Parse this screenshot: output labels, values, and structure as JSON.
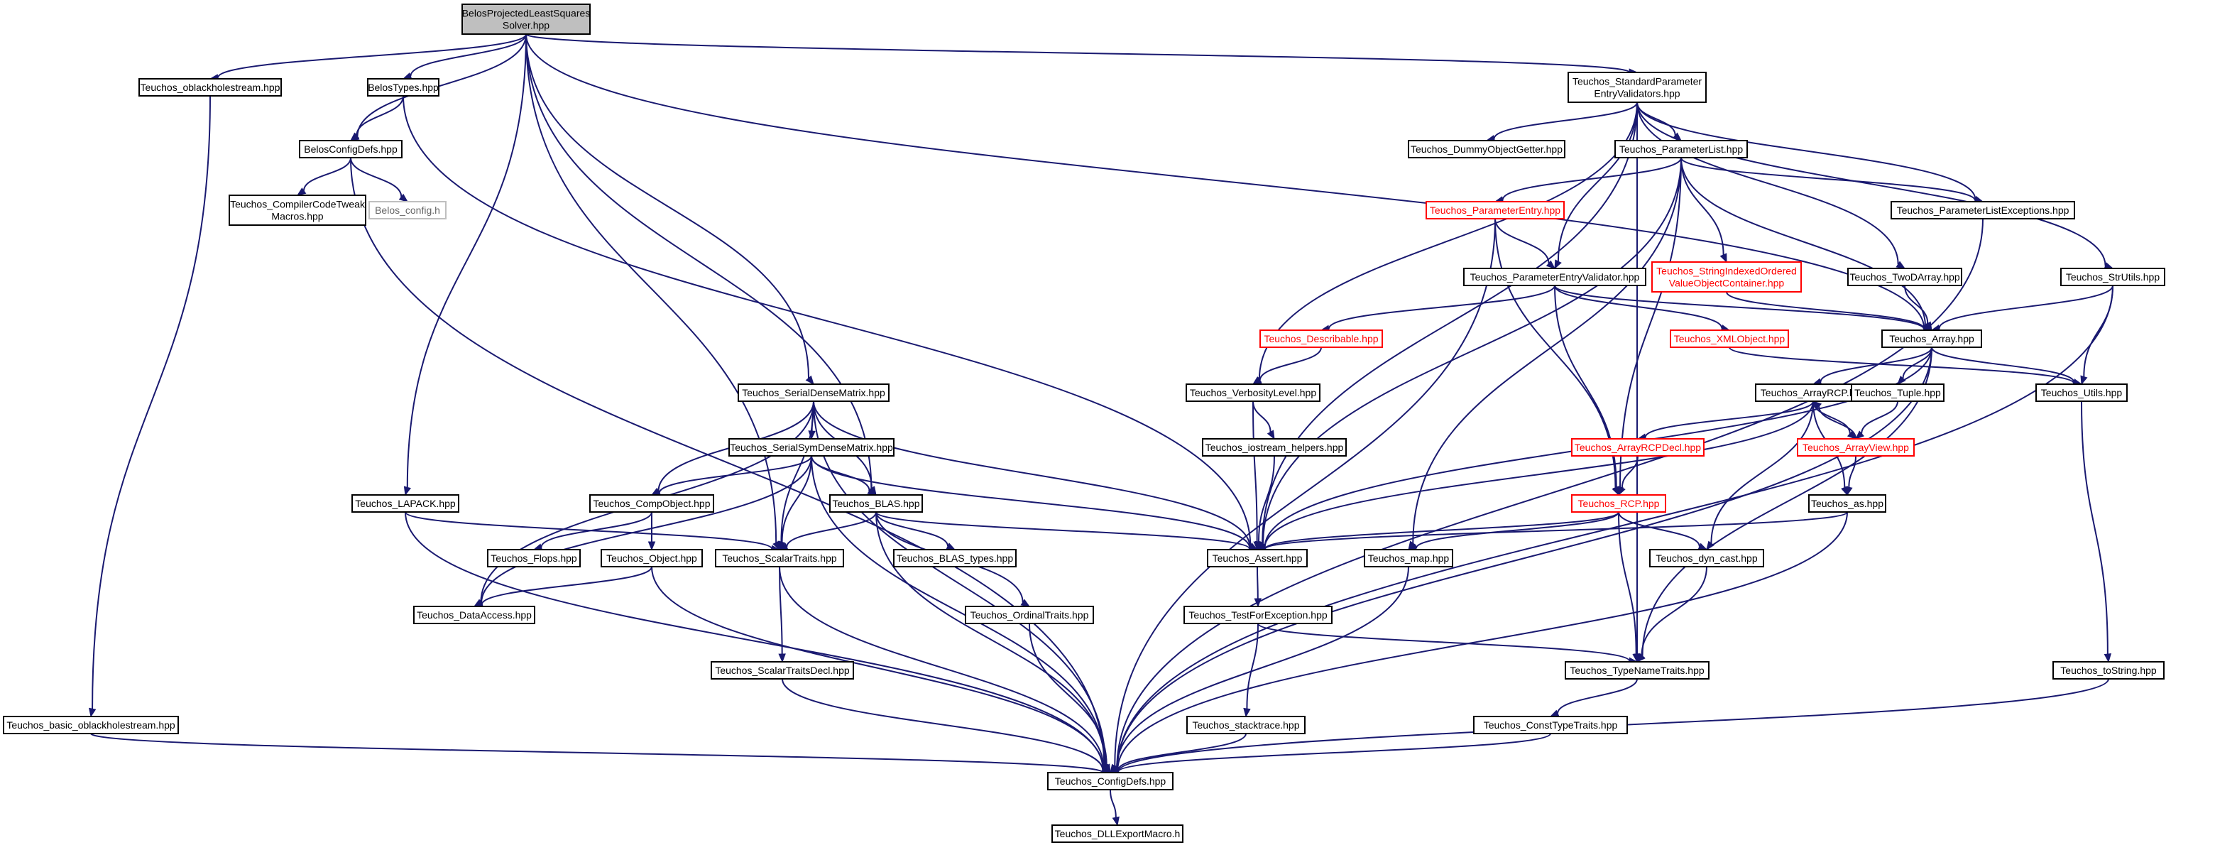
{
  "colors": {
    "edge": "#191970",
    "normal_border": "#000000",
    "missing_border": "#ff0000",
    "external_border": "#bfbfbf",
    "root_fill": "#bfbfbf",
    "background": "#ffffff"
  },
  "nodes": [
    {
      "id": "root",
      "lines": [
        "BelosProjectedLeastSquares",
        "Solver.hpp"
      ],
      "style": "root"
    },
    {
      "id": "oblackhole",
      "lines": [
        "Teuchos_oblackholestream.hpp"
      ]
    },
    {
      "id": "belostypes",
      "lines": [
        "BelosTypes.hpp"
      ]
    },
    {
      "id": "belosconfigdefs",
      "lines": [
        "BelosConfigDefs.hpp"
      ]
    },
    {
      "id": "compilercodetweak",
      "lines": [
        "Teuchos_CompilerCodeTweak",
        "Macros.hpp"
      ]
    },
    {
      "id": "belosconfigh",
      "lines": [
        "Belos_config.h"
      ],
      "style": "gray"
    },
    {
      "id": "stdparamvalidators",
      "lines": [
        "Teuchos_StandardParameter",
        "EntryValidators.hpp"
      ]
    },
    {
      "id": "dummyobjectgetter",
      "lines": [
        "Teuchos_DummyObjectGetter.hpp"
      ]
    },
    {
      "id": "parameterlist",
      "lines": [
        "Teuchos_ParameterList.hpp"
      ]
    },
    {
      "id": "paramlistexceptions",
      "lines": [
        "Teuchos_ParameterListExceptions.hpp"
      ]
    },
    {
      "id": "parameterentry",
      "lines": [
        "Teuchos_ParameterEntry.hpp"
      ],
      "style": "red"
    },
    {
      "id": "stringindexed",
      "lines": [
        "Teuchos_StringIndexedOrdered",
        "ValueObjectContainer.hpp"
      ],
      "style": "red"
    },
    {
      "id": "twodarray",
      "lines": [
        "Teuchos_TwoDArray.hpp"
      ]
    },
    {
      "id": "strutils",
      "lines": [
        "Teuchos_StrUtils.hpp"
      ]
    },
    {
      "id": "paramentryvalidator",
      "lines": [
        "Teuchos_ParameterEntryValidator.hpp"
      ]
    },
    {
      "id": "describable",
      "lines": [
        "Teuchos_Describable.hpp"
      ],
      "style": "red"
    },
    {
      "id": "xmlobject",
      "lines": [
        "Teuchos_XMLObject.hpp"
      ],
      "style": "red"
    },
    {
      "id": "array",
      "lines": [
        "Teuchos_Array.hpp"
      ]
    },
    {
      "id": "serialdensematrix",
      "lines": [
        "Teuchos_SerialDenseMatrix.hpp"
      ]
    },
    {
      "id": "verbositylevel",
      "lines": [
        "Teuchos_VerbosityLevel.hpp"
      ]
    },
    {
      "id": "arrayrcp",
      "lines": [
        "Teuchos_ArrayRCP.hpp"
      ]
    },
    {
      "id": "tuple",
      "lines": [
        "Teuchos_Tuple.hpp"
      ]
    },
    {
      "id": "utils",
      "lines": [
        "Teuchos_Utils.hpp"
      ]
    },
    {
      "id": "serialsymdensematrix",
      "lines": [
        "Teuchos_SerialSymDenseMatrix.hpp"
      ]
    },
    {
      "id": "iostreamhelpers",
      "lines": [
        "Teuchos_iostream_helpers.hpp"
      ]
    },
    {
      "id": "arrayrcpdecl",
      "lines": [
        "Teuchos_ArrayRCPDecl.hpp"
      ],
      "style": "red"
    },
    {
      "id": "arrayview",
      "lines": [
        "Teuchos_ArrayView.hpp"
      ],
      "style": "red"
    },
    {
      "id": "lapack",
      "lines": [
        "Teuchos_LAPACK.hpp"
      ]
    },
    {
      "id": "compobject",
      "lines": [
        "Teuchos_CompObject.hpp"
      ]
    },
    {
      "id": "blas",
      "lines": [
        "Teuchos_BLAS.hpp"
      ]
    },
    {
      "id": "rcp",
      "lines": [
        "Teuchos_RCP.hpp"
      ],
      "style": "red"
    },
    {
      "id": "as",
      "lines": [
        "Teuchos_as.hpp"
      ]
    },
    {
      "id": "flops",
      "lines": [
        "Teuchos_Flops.hpp"
      ]
    },
    {
      "id": "object",
      "lines": [
        "Teuchos_Object.hpp"
      ]
    },
    {
      "id": "scalartraits",
      "lines": [
        "Teuchos_ScalarTraits.hpp"
      ]
    },
    {
      "id": "blastypes",
      "lines": [
        "Teuchos_BLAS_types.hpp"
      ]
    },
    {
      "id": "assert",
      "lines": [
        "Teuchos_Assert.hpp"
      ]
    },
    {
      "id": "map",
      "lines": [
        "Teuchos_map.hpp"
      ]
    },
    {
      "id": "dyncast",
      "lines": [
        "Teuchos_dyn_cast.hpp"
      ]
    },
    {
      "id": "dataaccess",
      "lines": [
        "Teuchos_DataAccess.hpp"
      ]
    },
    {
      "id": "ordinaltraits",
      "lines": [
        "Teuchos_OrdinalTraits.hpp"
      ]
    },
    {
      "id": "testforexception",
      "lines": [
        "Teuchos_TestForException.hpp"
      ]
    },
    {
      "id": "scalartraitsdecl",
      "lines": [
        "Teuchos_ScalarTraitsDecl.hpp"
      ]
    },
    {
      "id": "typenametraits",
      "lines": [
        "Teuchos_TypeNameTraits.hpp"
      ]
    },
    {
      "id": "tostring",
      "lines": [
        "Teuchos_toString.hpp"
      ]
    },
    {
      "id": "basicoblackhole",
      "lines": [
        "Teuchos_basic_oblackholestream.hpp"
      ]
    },
    {
      "id": "stacktrace",
      "lines": [
        "Teuchos_stacktrace.hpp"
      ]
    },
    {
      "id": "consttypetraits",
      "lines": [
        "Teuchos_ConstTypeTraits.hpp"
      ]
    },
    {
      "id": "configdefs",
      "lines": [
        "Teuchos_ConfigDefs.hpp"
      ]
    },
    {
      "id": "dllexport",
      "lines": [
        "Teuchos_DLLExportMacro.h"
      ]
    }
  ],
  "edges": [
    [
      "root",
      "oblackhole"
    ],
    [
      "root",
      "belostypes"
    ],
    [
      "root",
      "belosconfigdefs"
    ],
    [
      "root",
      "stdparamvalidators"
    ],
    [
      "root",
      "serialdensematrix"
    ],
    [
      "root",
      "lapack"
    ],
    [
      "root",
      "scalartraits"
    ],
    [
      "root",
      "blas"
    ],
    [
      "root",
      "array"
    ],
    [
      "oblackhole",
      "basicoblackhole"
    ],
    [
      "belostypes",
      "belosconfigdefs"
    ],
    [
      "belostypes",
      "assert"
    ],
    [
      "belosconfigdefs",
      "compilercodetweak"
    ],
    [
      "belosconfigdefs",
      "belosconfigh"
    ],
    [
      "belosconfigdefs",
      "configdefs"
    ],
    [
      "stdparamvalidators",
      "dummyobjectgetter"
    ],
    [
      "stdparamvalidators",
      "parameterlist"
    ],
    [
      "stdparamvalidators",
      "paramlistexceptions"
    ],
    [
      "stdparamvalidators",
      "twodarray"
    ],
    [
      "stdparamvalidators",
      "strutils"
    ],
    [
      "stdparamvalidators",
      "paramentryvalidator"
    ],
    [
      "stdparamvalidators",
      "verbositylevel"
    ],
    [
      "stdparamvalidators",
      "assert"
    ],
    [
      "stdparamvalidators",
      "typenametraits"
    ],
    [
      "parameterlist",
      "parameterentry"
    ],
    [
      "parameterlist",
      "paramlistexceptions"
    ],
    [
      "parameterlist",
      "stringindexed"
    ],
    [
      "parameterlist",
      "array"
    ],
    [
      "parameterlist",
      "map"
    ],
    [
      "parameterlist",
      "rcp"
    ],
    [
      "parameterlist",
      "assert"
    ],
    [
      "parameterentry",
      "paramentryvalidator"
    ],
    [
      "parameterentry",
      "rcp"
    ],
    [
      "parameterentry",
      "configdefs"
    ],
    [
      "stringindexed",
      "array"
    ],
    [
      "twodarray",
      "array"
    ],
    [
      "strutils",
      "array"
    ],
    [
      "strutils",
      "utils"
    ],
    [
      "strutils",
      "configdefs"
    ],
    [
      "paramentryvalidator",
      "describable"
    ],
    [
      "paramentryvalidator",
      "xmlobject"
    ],
    [
      "paramentryvalidator",
      "array"
    ],
    [
      "paramentryvalidator",
      "rcp"
    ],
    [
      "describable",
      "verbositylevel"
    ],
    [
      "xmlobject",
      "utils"
    ],
    [
      "array",
      "arrayrcp"
    ],
    [
      "array",
      "tuple"
    ],
    [
      "array",
      "utils"
    ],
    [
      "array",
      "assert"
    ],
    [
      "array",
      "typenametraits"
    ],
    [
      "array",
      "configdefs"
    ],
    [
      "paramlistexceptions",
      "configdefs"
    ],
    [
      "serialdensematrix",
      "serialsymdensematrix"
    ],
    [
      "serialdensematrix",
      "compobject"
    ],
    [
      "serialdensematrix",
      "blas"
    ],
    [
      "serialdensematrix",
      "scalartraits"
    ],
    [
      "serialdensematrix",
      "dataaccess"
    ],
    [
      "serialdensematrix",
      "assert"
    ],
    [
      "serialdensematrix",
      "configdefs"
    ],
    [
      "verbositylevel",
      "iostreamhelpers"
    ],
    [
      "verbositylevel",
      "assert"
    ],
    [
      "arrayrcp",
      "arrayrcpdecl"
    ],
    [
      "arrayrcp",
      "arrayview"
    ],
    [
      "arrayrcp",
      "as"
    ],
    [
      "arrayrcp",
      "dyncast"
    ],
    [
      "arrayrcp",
      "assert"
    ],
    [
      "tuple",
      "arrayview"
    ],
    [
      "arrayview",
      "arrayrcp"
    ],
    [
      "arrayview",
      "as"
    ],
    [
      "utils",
      "tostring"
    ],
    [
      "serialsymdensematrix",
      "compobject"
    ],
    [
      "serialsymdensematrix",
      "blas"
    ],
    [
      "serialsymdensematrix",
      "scalartraits"
    ],
    [
      "serialsymdensematrix",
      "dataaccess"
    ],
    [
      "serialsymdensematrix",
      "assert"
    ],
    [
      "serialsymdensematrix",
      "configdefs"
    ],
    [
      "iostreamhelpers",
      "assert"
    ],
    [
      "arrayrcpdecl",
      "rcp"
    ],
    [
      "lapack",
      "scalartraits"
    ],
    [
      "lapack",
      "configdefs"
    ],
    [
      "compobject",
      "flops"
    ],
    [
      "compobject",
      "object"
    ],
    [
      "blas",
      "scalartraits"
    ],
    [
      "blas",
      "blastypes"
    ],
    [
      "blas",
      "ordinaltraits"
    ],
    [
      "blas",
      "assert"
    ],
    [
      "blas",
      "configdefs"
    ],
    [
      "rcp",
      "assert"
    ],
    [
      "rcp",
      "map"
    ],
    [
      "rcp",
      "dyncast"
    ],
    [
      "rcp",
      "typenametraits"
    ],
    [
      "as",
      "assert"
    ],
    [
      "as",
      "configdefs"
    ],
    [
      "object",
      "dataaccess"
    ],
    [
      "object",
      "configdefs"
    ],
    [
      "scalartraits",
      "scalartraitsdecl"
    ],
    [
      "scalartraits",
      "configdefs"
    ],
    [
      "assert",
      "testforexception"
    ],
    [
      "map",
      "configdefs"
    ],
    [
      "dyncast",
      "typenametraits"
    ],
    [
      "ordinaltraits",
      "configdefs"
    ],
    [
      "testforexception",
      "typenametraits"
    ],
    [
      "testforexception",
      "stacktrace"
    ],
    [
      "scalartraitsdecl",
      "configdefs"
    ],
    [
      "typenametraits",
      "consttypetraits"
    ],
    [
      "tostring",
      "configdefs"
    ],
    [
      "basicoblackhole",
      "configdefs"
    ],
    [
      "stacktrace",
      "configdefs"
    ],
    [
      "consttypetraits",
      "configdefs"
    ],
    [
      "configdefs",
      "dllexport"
    ]
  ]
}
